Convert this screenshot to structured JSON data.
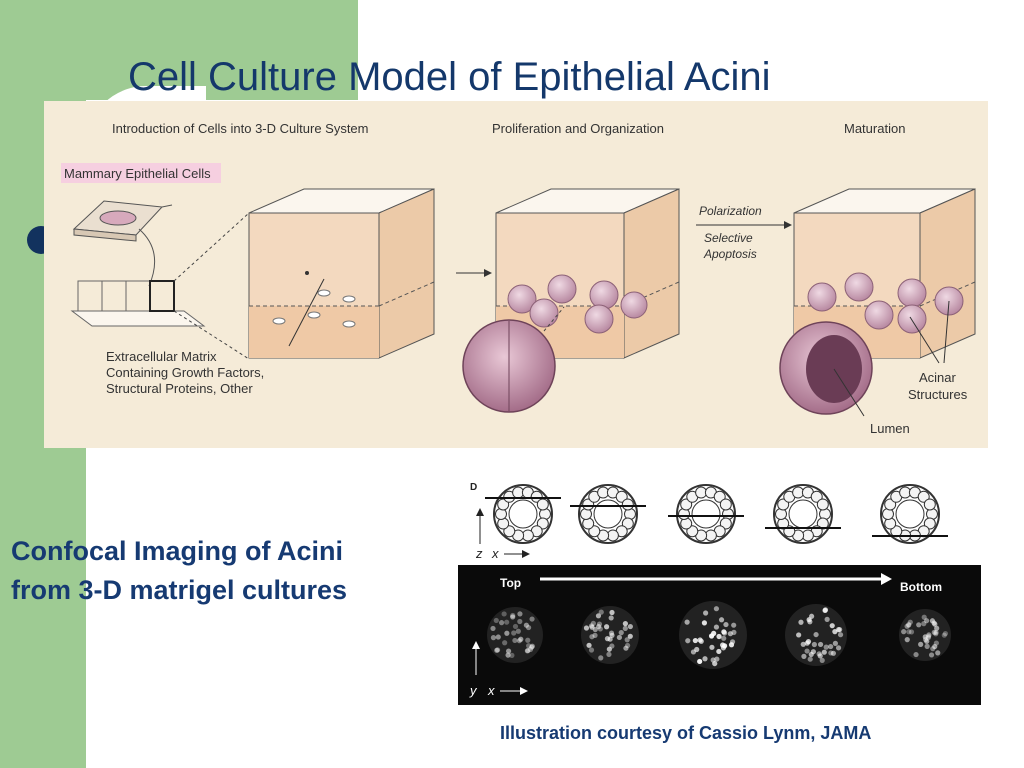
{
  "slide": {
    "title": "Cell Culture Model of Epithelial Acini",
    "caption_lines": [
      "Confocal Imaging of Acini",
      "from 3-D matrigel cultures"
    ],
    "credit": "Illustration courtesy of Cassio Lynm, JAMA"
  },
  "illustration": {
    "stage_labels": [
      "Introduction of Cells into 3-D Culture System",
      "Proliferation and Organization",
      "Maturation"
    ],
    "cells_label": "Mammary Epithelial Cells",
    "matrix_label": [
      "Extracellular Matrix",
      "Containing Growth Factors,",
      "Structural Proteins, Other"
    ],
    "process_labels": [
      "Polarization",
      "Selective",
      "Apoptosis"
    ],
    "acinar_label": [
      "Acinar",
      "Structures"
    ],
    "lumen_label": "Lumen"
  },
  "confocal": {
    "axis_top": {
      "vertical": "D",
      "horizontal_a": "z",
      "horizontal_b": "x"
    },
    "axis_bottom": {
      "horizontal_a": "y",
      "horizontal_b": "x"
    },
    "direction_start": "Top",
    "direction_end": "Bottom"
  },
  "colors": {
    "accent_green": "#9ecb93",
    "title_blue": "#14386b",
    "bullet_navy": "#12325e",
    "cell_pink": "#c9a0b4"
  }
}
